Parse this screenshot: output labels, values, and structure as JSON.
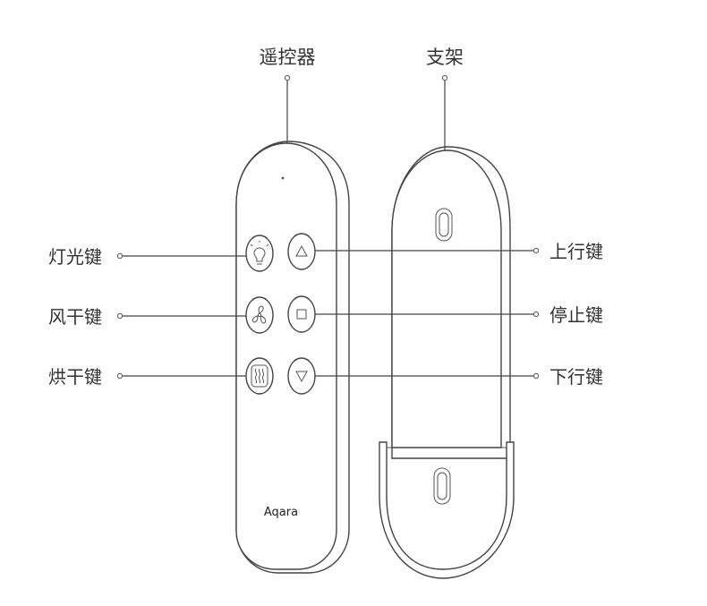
{
  "callouts": {
    "remote": "遥控器",
    "holder": "支架",
    "light_key": "灯光键",
    "fan_key": "风干键",
    "heat_dry_key": "烘干键",
    "up_key": "上行键",
    "stop_key": "停止键",
    "down_key": "下行键"
  },
  "brand": {
    "logo_text": "Aqara"
  },
  "icons": {
    "light": "lightbulb-icon",
    "fan": "fan-icon",
    "heat": "heat-waves-icon",
    "up": "triangle-up-icon",
    "stop": "square-stop-icon",
    "down": "triangle-down-icon"
  }
}
